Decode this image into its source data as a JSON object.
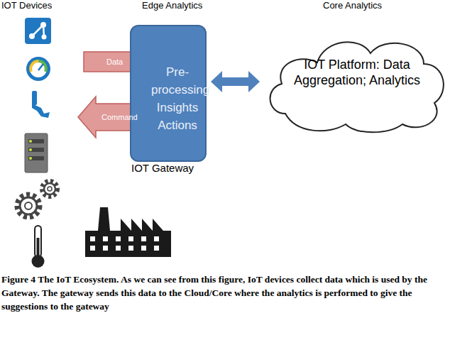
{
  "diagram": {
    "caption": "Figure 4 The IoT Ecosystem. As we can see from this figure, IoT devices collect data which is used by the Gateway. The gateway sends this data to the Cloud/Core where the analytics is performed to give the suggestions to the gateway",
    "nodes": [
      {
        "text": [
          "Pre- processing Insights Actions",
          "IOT Gateway"
        ]
      },
      {
        "text": [
          "IOT Platform: Data Aggregation; Analytics"
        ]
      }
    ],
    "edges": [
      {
        "from": 0,
        "to": 1,
        "arrow": "both"
      }
    ],
    "labels": [
      "IOT Devices",
      "Edge Analytics",
      "Core Analytics",
      "Data",
      "Command"
    ]
  }
}
